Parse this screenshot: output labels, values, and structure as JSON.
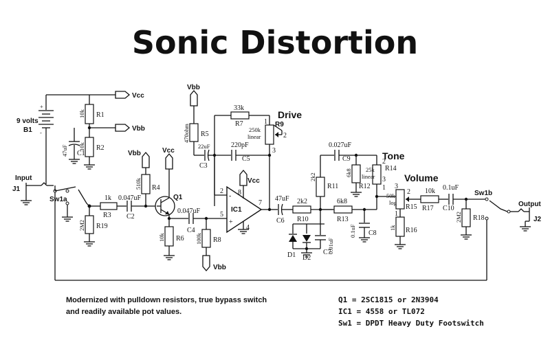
{
  "title": "Sonic Distortion",
  "rails": {
    "vcc": "Vcc",
    "vbb": "Vbb"
  },
  "battery": {
    "value": "9 volts",
    "ref": "B1",
    "plus": "+",
    "minus": "-"
  },
  "input": {
    "label": "Input",
    "ref": "J1"
  },
  "output": {
    "label": "Output",
    "ref": "J2"
  },
  "switches": {
    "a": "Sw1a",
    "b": "Sw1b"
  },
  "components": {
    "R1": {
      "ref": "R1",
      "value": "10k"
    },
    "R2": {
      "ref": "R2",
      "value": "10k"
    },
    "C1": {
      "ref": "C1",
      "value": "47uF"
    },
    "R3": {
      "ref": "R3",
      "value": "1k"
    },
    "R19": {
      "ref": "R19",
      "value": "2M2"
    },
    "C2": {
      "ref": "C2",
      "value": "0.047uF"
    },
    "R4": {
      "ref": "R4",
      "value": "510k"
    },
    "Q1": {
      "ref": "Q1"
    },
    "R6": {
      "ref": "R6",
      "value": "10k"
    },
    "C4": {
      "ref": "C4",
      "value": "0.047uF"
    },
    "R8": {
      "ref": "R8",
      "value": "100k"
    },
    "R5": {
      "ref": "R5",
      "value": "470ohm"
    },
    "C3": {
      "ref": "C3",
      "value": "22uF"
    },
    "R7": {
      "ref": "R7",
      "value": "33k"
    },
    "C5": {
      "ref": "C5",
      "value": "220pF"
    },
    "R9": {
      "ref": "R9",
      "value": "250k",
      "taper": "linear",
      "name": "Drive"
    },
    "IC1": {
      "ref": "IC1",
      "pin2": "2",
      "pin3": "5",
      "pin7": "7",
      "pin8": "8",
      "pin4": "4",
      "plus": "+",
      "minus": "-"
    },
    "C6": {
      "ref": "C6",
      "value": "47uF"
    },
    "R10": {
      "ref": "R10",
      "value": "2k2"
    },
    "D1": {
      "ref": "D1"
    },
    "D2": {
      "ref": "D2"
    },
    "C7": {
      "ref": "C7",
      "value": "0.01uF"
    },
    "R11": {
      "ref": "R11",
      "value": "2k2"
    },
    "C9": {
      "ref": "C9",
      "value": "0.027uF"
    },
    "R12": {
      "ref": "R12",
      "value": "6k8"
    },
    "R13": {
      "ref": "R13",
      "value": "6k8"
    },
    "C8": {
      "ref": "C8",
      "value": "0.1uF"
    },
    "R14": {
      "ref": "R14",
      "value": "25k",
      "taper": "linear",
      "name": "Tone"
    },
    "R15": {
      "ref": "R15",
      "value": "50k",
      "taper": "log",
      "name": "Volume"
    },
    "R16": {
      "ref": "R16",
      "value": "1k"
    },
    "R17": {
      "ref": "R17",
      "value": "10k"
    },
    "C10": {
      "ref": "C10",
      "value": "0.1uF"
    },
    "R18": {
      "ref": "R18",
      "value": "2M2"
    }
  },
  "pot_pins": {
    "p1": "1",
    "p2": "2",
    "p3": "3"
  },
  "notes": {
    "line1": "Modernized with pulldown resistors, true bypass switch",
    "line2": "and readily available pot values.",
    "parts1": "Q1 = 2SC1815 or 2N3904",
    "parts2": "IC1 = 4558 or TL072",
    "parts3": "Sw1 = DPDT Heavy Duty Footswitch"
  }
}
